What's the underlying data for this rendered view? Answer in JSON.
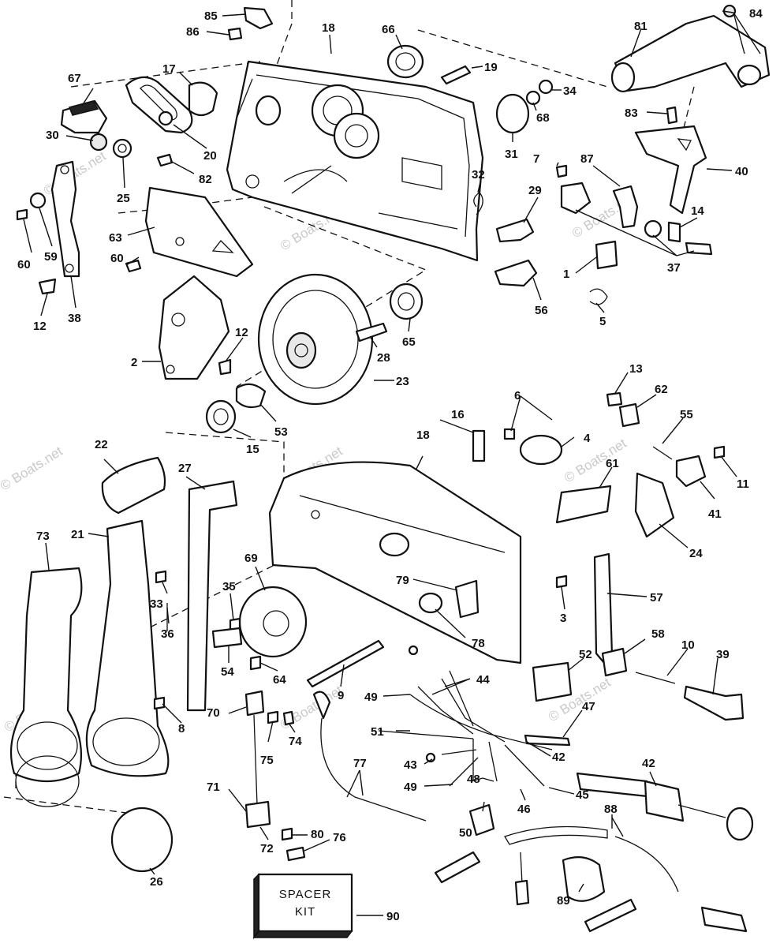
{
  "watermark": "© Boats.net",
  "spacer_kit": {
    "line1": "SPACER",
    "line2": "KIT"
  },
  "callouts": {
    "n1": "1",
    "n2": "2",
    "n3": "3",
    "n4": "4",
    "n5": "5",
    "n6": "6",
    "n7": "7",
    "n8": "8",
    "n9": "9",
    "n10": "10",
    "n11": "11",
    "n12a": "12",
    "n12b": "12",
    "n13": "13",
    "n14": "14",
    "n15": "15",
    "n16": "16",
    "n17": "17",
    "n18a": "18",
    "n18b": "18",
    "n19": "19",
    "n20": "20",
    "n21": "21",
    "n22": "22",
    "n23": "23",
    "n24": "24",
    "n25": "25",
    "n26": "26",
    "n27": "27",
    "n28": "28",
    "n29": "29",
    "n30": "30",
    "n31": "31",
    "n32": "32",
    "n33": "33",
    "n34": "34",
    "n35": "35",
    "n36": "36",
    "n37": "37",
    "n38": "38",
    "n39": "39",
    "n40": "40",
    "n41": "41",
    "n42a": "42",
    "n42b": "42",
    "n43": "43",
    "n44": "44",
    "n45": "45",
    "n46": "46",
    "n47": "47",
    "n48": "48",
    "n49a": "49",
    "n49b": "49",
    "n50": "50",
    "n51": "51",
    "n52": "52",
    "n53": "53",
    "n54": "54",
    "n55": "55",
    "n56": "56",
    "n57": "57",
    "n58": "58",
    "n59": "59",
    "n60a": "60",
    "n60b": "60",
    "n61": "61",
    "n62": "62",
    "n63": "63",
    "n64": "64",
    "n65": "65",
    "n66": "66",
    "n67": "67",
    "n68": "68",
    "n69": "69",
    "n70": "70",
    "n71": "71",
    "n72": "72",
    "n73": "73",
    "n74": "74",
    "n75": "75",
    "n76": "76",
    "n77": "77",
    "n78": "78",
    "n79": "79",
    "n80": "80",
    "n81": "81",
    "n82": "82",
    "n83": "83",
    "n84": "84",
    "n85": "85",
    "n86": "86",
    "n87": "87",
    "n88": "88",
    "n89": "89",
    "n90": "90"
  }
}
